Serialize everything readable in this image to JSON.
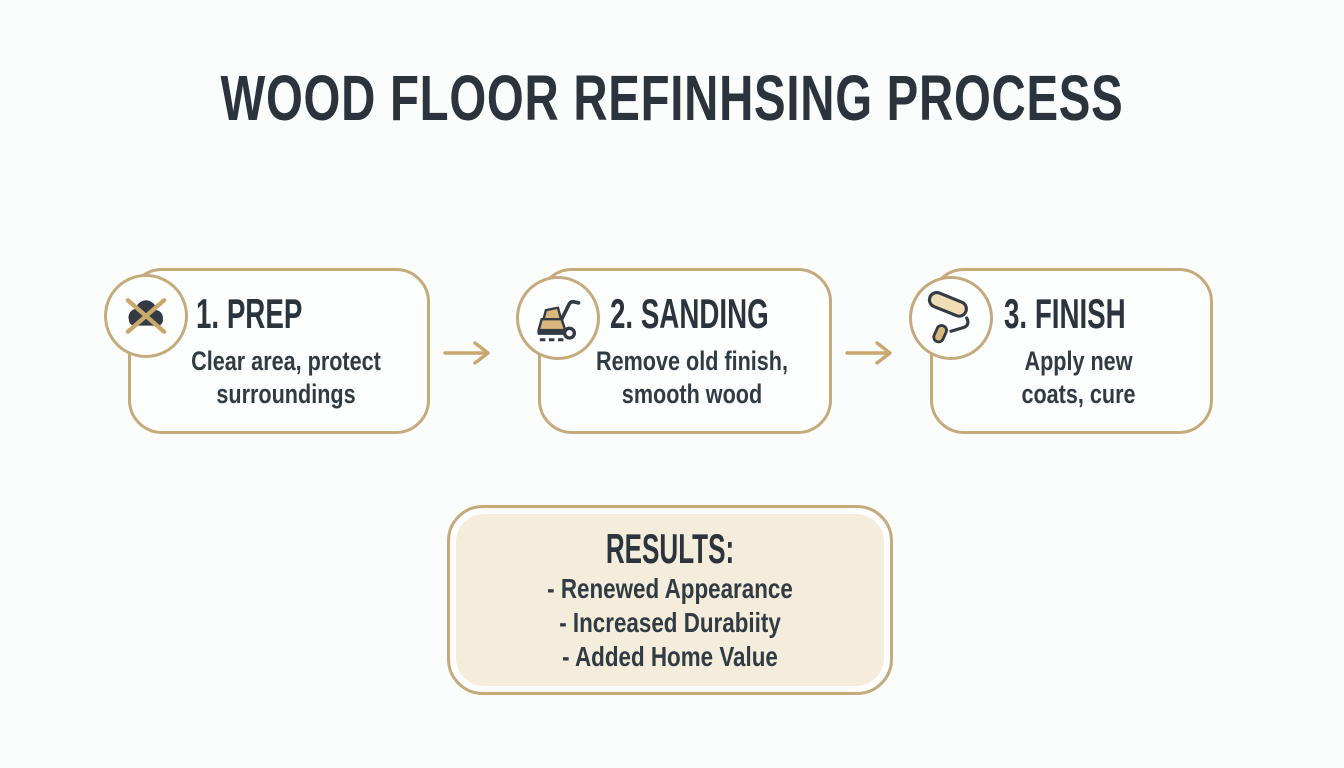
{
  "title": "WOOD FLOOR REFINHSING PROCESS",
  "colors": {
    "accent_tan_border": "#c4aa7c",
    "arrow_tan": "#c9a76e",
    "icon_tan": "#d8b87c",
    "roller_cream": "#f0ddb6",
    "dark_text": "#2b333c",
    "results_cream_fill": "#f4eddb",
    "page_background": "#fbfcfc"
  },
  "icons": {
    "step1": "crossed-cloud",
    "step2": "floor-sander",
    "step3": "paint-roller",
    "connector": "arrow-right"
  },
  "steps": [
    {
      "label": "1. PREP",
      "desc_line1": "Clear area, protect",
      "desc_line2": "surroundings"
    },
    {
      "label": "2. SANDING",
      "desc_line1": "Remove old finish,",
      "desc_line2": "smooth wood"
    },
    {
      "label": "3. FINISH",
      "desc_line1": "Apply new",
      "desc_line2": "coats, cure"
    }
  ],
  "results": {
    "title": "RESULTS:",
    "items": [
      "- Renewed Appearance",
      "- Increased Durabiity",
      "- Added Home Value"
    ]
  }
}
